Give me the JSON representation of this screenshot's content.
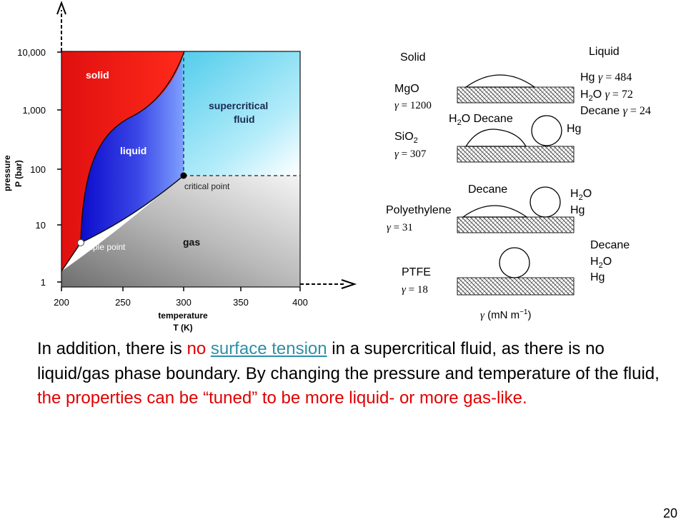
{
  "phase_diagram": {
    "y_axis": {
      "title": "pressure",
      "label": "P (bar)",
      "ticks": [
        "10,000",
        "1,000",
        "100",
        "10",
        "1"
      ]
    },
    "x_axis": {
      "title": "temperature",
      "label": "T (K)",
      "ticks": [
        "200",
        "250",
        "300",
        "350",
        "400"
      ]
    },
    "regions": {
      "solid": "solid",
      "liquid": "liquid",
      "supercritical": "supercritical fluid",
      "gas": "gas"
    },
    "points": {
      "critical": "critical point",
      "triple": "triple point"
    },
    "colors": {
      "solid": "#e01010",
      "liquid": "#1a1ad0",
      "supercritical": "#44ccee",
      "gas": "#909090"
    }
  },
  "wetting": {
    "solid_header": "Solid",
    "liquid_header": "Liquid",
    "liquids": [
      "Hg γ = 484",
      "H2O γ = 72",
      "Decane γ = 24"
    ],
    "rows": [
      {
        "solids": [
          "MgO",
          "γ = 1200",
          "SiO2",
          "γ = 307"
        ],
        "drops": [
          "H2O Decane",
          "Hg"
        ]
      },
      {
        "solids": [
          "Polyethylene",
          "γ = 31"
        ],
        "drops": [
          "Decane",
          "H2O",
          "Hg"
        ]
      },
      {
        "solids": [
          "PTFE",
          "γ = 18"
        ],
        "drops": [
          "Decane",
          "H2O",
          "Hg"
        ]
      }
    ],
    "unit": "γ (mN m−1)"
  },
  "text": {
    "s1": "In addition, there is ",
    "s2": "no ",
    "s3": "surface tension",
    "s4": " in a supercritical fluid, as there is no liquid/gas phase boundary. By changing the pressure and temperature of the fluid, ",
    "s5": "the properties can be “tuned” to be more liquid- or more gas-like."
  },
  "page_number": "20"
}
